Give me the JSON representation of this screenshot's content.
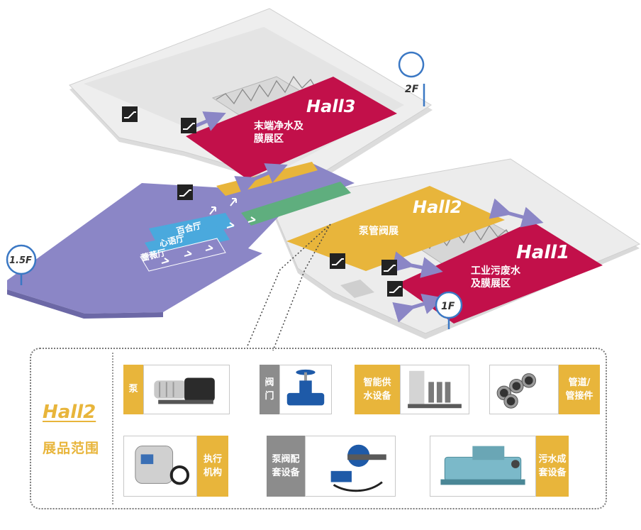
{
  "halls": {
    "hall3": {
      "title": "Hall3",
      "zone": "末端净水及\n膜展区"
    },
    "hall2": {
      "title": "Hall2",
      "zone": "泵管阀展"
    },
    "hall1": {
      "title": "Hall1",
      "zone": "工业污废水\n及膜展区"
    }
  },
  "floors": {
    "f2": "2F",
    "f15": "1.5F",
    "f1": "1F"
  },
  "corridor_rooms": [
    "百合厅",
    "心语厅",
    "蔷薇厅"
  ],
  "legend": {
    "hall": "Hall2",
    "subtitle": "展品范围",
    "categories": [
      {
        "label": "泵",
        "color": "yellow"
      },
      {
        "label": "阀\n门",
        "color": "gray"
      },
      {
        "label": "智能供\n水设备",
        "color": "yellow"
      },
      {
        "label": "管道/\n管接件",
        "color": "yellow"
      },
      {
        "label": "执行\n机构",
        "color": "yellow"
      },
      {
        "label": "泵阀配\n套设备",
        "color": "gray"
      },
      {
        "label": "污水成\n套设备",
        "color": "yellow"
      }
    ]
  },
  "colors": {
    "hall_red": "#c2104a",
    "hall_yellow": "#e8b53b",
    "corridor": "#8b86c6",
    "floor": "#e6e6e6"
  },
  "icons": [
    "escalator-icon",
    "location-pin-icon"
  ]
}
